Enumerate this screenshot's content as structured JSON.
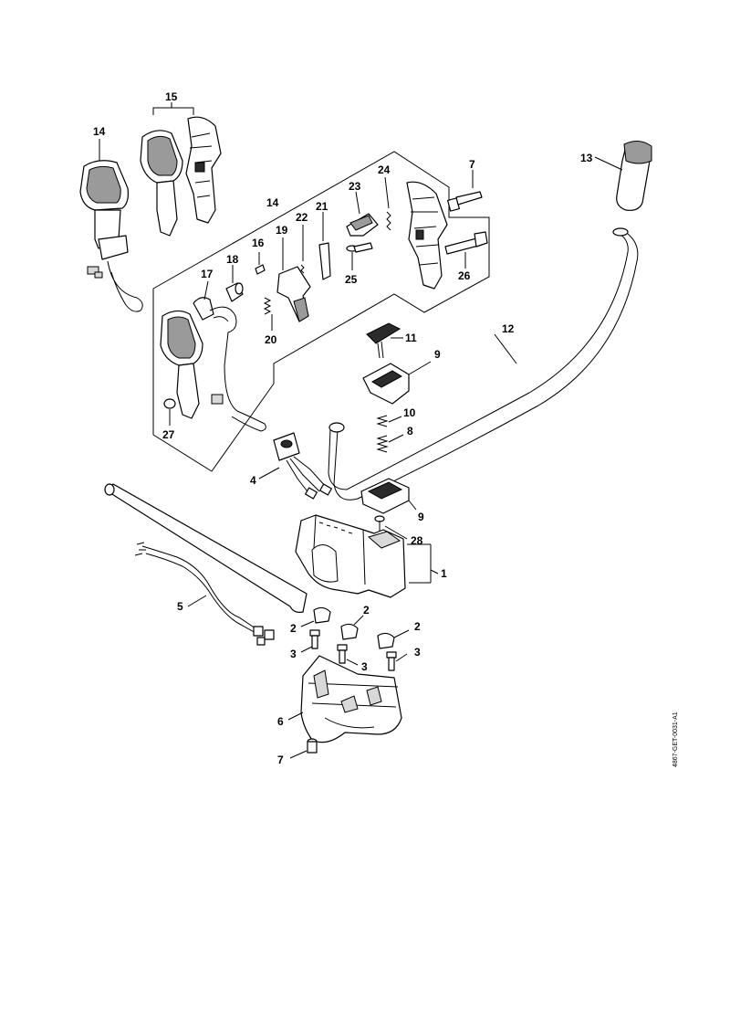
{
  "diagram": {
    "doc_code": "4867-GET-0031-A1",
    "labels": {
      "p1": "1",
      "p2a": "2",
      "p2b": "2",
      "p2c": "2",
      "p3a": "3",
      "p3b": "3",
      "p3c": "3",
      "p4": "4",
      "p5": "5",
      "p6": "6",
      "p7a": "7",
      "p7b": "7",
      "p8": "8",
      "p9a": "9",
      "p9b": "9",
      "p10": "10",
      "p11": "11",
      "p12": "12",
      "p13": "13",
      "p14a": "14",
      "p14b": "14",
      "p15": "15",
      "p16": "16",
      "p17": "17",
      "p18": "18",
      "p19": "19",
      "p20": "20",
      "p21": "21",
      "p22": "22",
      "p23": "23",
      "p24": "24",
      "p25": "25",
      "p26": "26",
      "p27": "27",
      "p28": "28"
    }
  }
}
